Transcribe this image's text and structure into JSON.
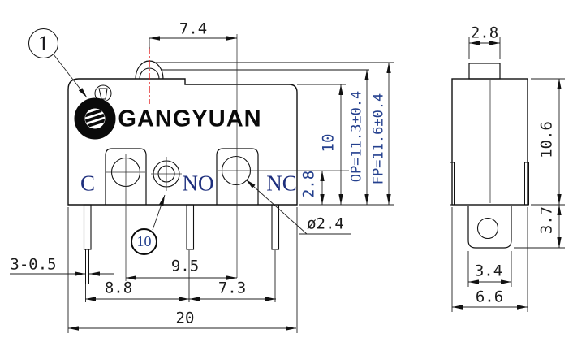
{
  "brand": {
    "logo_text": "GANGYUAN"
  },
  "balloons": {
    "part_case": "1",
    "part_hole": "10"
  },
  "front_view": {
    "terminals": {
      "common": "C",
      "normally_open": "NO",
      "normally_closed": "NC"
    },
    "dims": {
      "plunger_to_nc": "7.4",
      "body_height": "10",
      "op": "OP=11.3±0.4",
      "fp": "FP=11.6±0.4",
      "terminal_to_base": "2.8",
      "hole_dia": "ø2.4",
      "pin_thickness": "3-0.5",
      "hole_span": "9.5",
      "pin_span_left": "8.8",
      "pin_span_right": "7.3",
      "body_width": "20"
    }
  },
  "side_view": {
    "dims": {
      "button_width": "2.8",
      "body_height": "10.6",
      "tab_height": "3.7",
      "tab_width": "3.4",
      "body_depth": "6.6"
    }
  },
  "colors": {
    "line": "#111111",
    "blue_text": "#24408e",
    "red_centerline": "#e01111"
  }
}
